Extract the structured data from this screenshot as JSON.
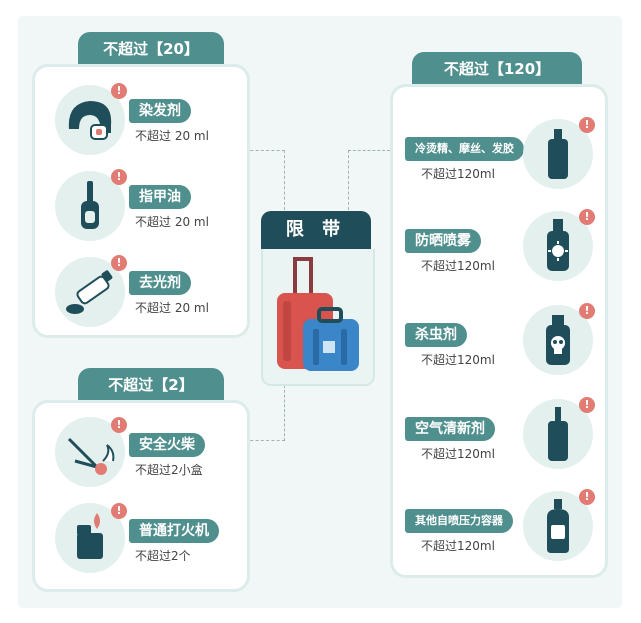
{
  "center": {
    "title": "限 带"
  },
  "left_top": {
    "header": "不超过【20】",
    "items": [
      {
        "name": "染发剂",
        "limit": "不超过  20 ml",
        "icon": "hair-dye-icon"
      },
      {
        "name": "指甲油",
        "limit": "不超过  20 ml",
        "icon": "nail-polish-icon"
      },
      {
        "name": "去光剂",
        "limit": "不超过  20 ml",
        "icon": "nail-polish-remover-icon"
      }
    ]
  },
  "left_bottom": {
    "header": "不超过【2】",
    "items": [
      {
        "name": "安全火柴",
        "limit": "不超过2小盒",
        "icon": "matches-icon"
      },
      {
        "name": "普通打火机",
        "limit": "不超过2个",
        "icon": "lighter-icon"
      }
    ]
  },
  "right": {
    "header": "不超过【120】",
    "items": [
      {
        "name": "冷烫精、摩丝、发胶",
        "limit": "不超过120ml",
        "icon": "hairspray-bottle-icon"
      },
      {
        "name": "防晒喷雾",
        "limit": "不超过120ml",
        "icon": "sunscreen-spray-icon"
      },
      {
        "name": "杀虫剂",
        "limit": "不超过120ml",
        "icon": "insecticide-icon"
      },
      {
        "name": "空气清新剂",
        "limit": "不超过120ml",
        "icon": "air-freshener-icon"
      },
      {
        "name": "其他自喷压力容器",
        "limit": "不超过120ml",
        "icon": "pressure-container-icon"
      }
    ]
  },
  "colors": {
    "accent": "#4f8f8d",
    "center_dark": "#1f4e5a",
    "badge": "#e27b73",
    "circle": "#e3f0ee"
  },
  "badge_glyph": "!"
}
